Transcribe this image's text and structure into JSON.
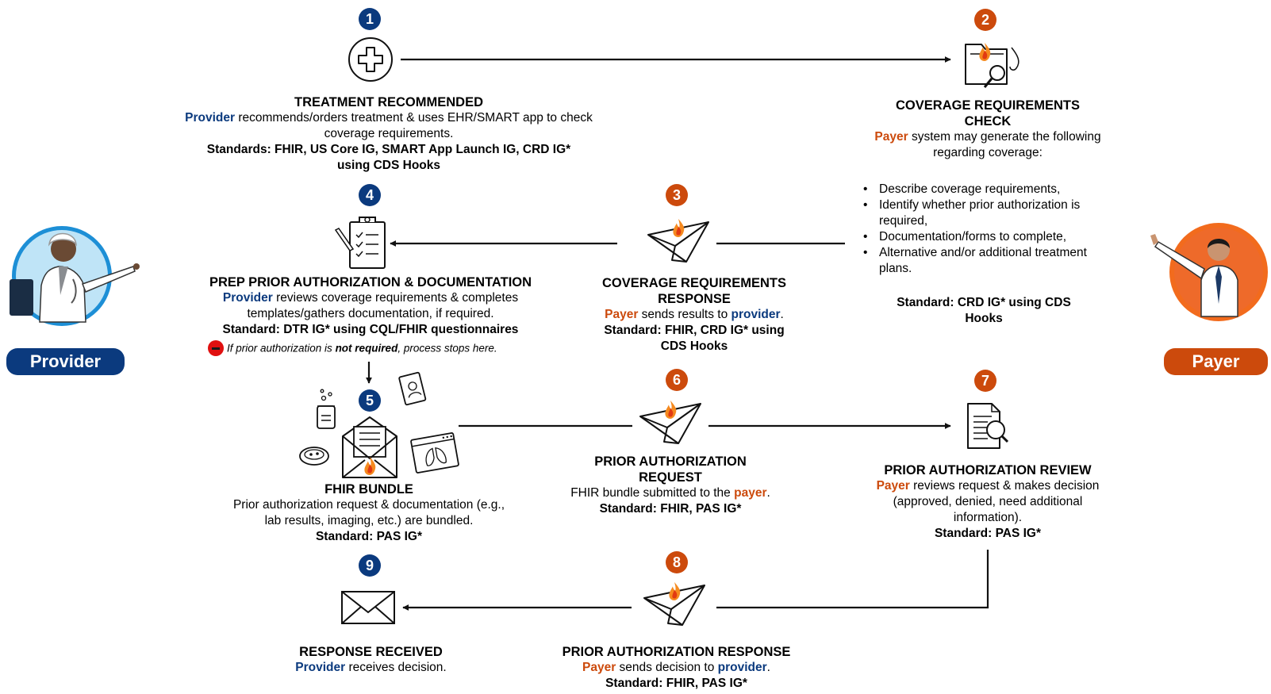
{
  "steps": [
    {
      "num": "1",
      "title": "TREATMENT RECOMMENDED",
      "actor": "Provider",
      "desc": " recommends/orders treatment & uses EHR/SMART app to check coverage requirements.",
      "standard": "Standards: FHIR, US Core IG, SMART App Launch IG, CRD IG* using CDS Hooks"
    },
    {
      "num": "2",
      "title": "COVERAGE REQUIREMENTS CHECK",
      "actor": "Payer",
      "desc": " system may generate the following regarding coverage:",
      "bullets": [
        "Describe coverage requirements,",
        "Identify whether prior authorization is required,",
        "Documentation/forms to complete,",
        "Alternative and/or additional treatment plans."
      ],
      "standard": "Standard: CRD IG* using CDS Hooks"
    },
    {
      "num": "3",
      "title": "COVERAGE REQUIREMENTS RESPONSE",
      "actor": "Payer",
      "desc": " sends results to ",
      "target": "provider",
      "tail": ".",
      "standard": "Standard: FHIR, CRD IG* using CDS Hooks"
    },
    {
      "num": "4",
      "title": "PREP PRIOR AUTHORIZATION & DOCUMENTATION",
      "actor": "Provider",
      "desc": " reviews coverage requirements & completes templates/gathers documentation, if required.",
      "standard": "Standard: DTR IG* using CQL/FHIR questionnaires",
      "note_pre": "If prior authorization is ",
      "note_bold": "not required",
      "note_post": ", process stops here."
    },
    {
      "num": "5",
      "title": "FHIR BUNDLE",
      "desc": "Prior authorization request & documentation (e.g., lab results, imaging, etc.) are bundled.",
      "standard": "Standard: PAS IG*"
    },
    {
      "num": "6",
      "title": "PRIOR AUTHORIZATION REQUEST",
      "desc": "FHIR bundle submitted to the ",
      "target": "payer",
      "tail": ".",
      "standard": "Standard: FHIR, PAS IG*"
    },
    {
      "num": "7",
      "title": "PRIOR AUTHORIZATION REVIEW",
      "actor": "Payer",
      "desc": " reviews request & makes decision (approved, denied, need additional information).",
      "standard": "Standard: PAS IG*"
    },
    {
      "num": "8",
      "title": "PRIOR AUTHORIZATION RESPONSE",
      "actor": "Payer",
      "desc": " sends decision to ",
      "target": "provider",
      "tail": ".",
      "standard": "Standard: FHIR, PAS IG*"
    },
    {
      "num": "9",
      "title": "RESPONSE RECEIVED",
      "actor": "Provider",
      "desc": " receives decision."
    }
  ],
  "actors": {
    "provider": "Provider",
    "payer": "Payer"
  },
  "colors": {
    "provider": "#0b3a7e",
    "payer": "#cc4a0c",
    "fire": "#f58a1f",
    "stop": "#e01010"
  },
  "icons": [
    "medical-cross-icon",
    "folder-search-icon",
    "paper-plane-fhir-icon",
    "clipboard-checklist-icon",
    "envelope-fhir-icon",
    "lab-beaker-icon",
    "petri-dish-icon",
    "id-card-icon",
    "lung-imaging-icon",
    "document-search-icon",
    "envelope-icon",
    "provider-avatar",
    "payer-avatar"
  ]
}
